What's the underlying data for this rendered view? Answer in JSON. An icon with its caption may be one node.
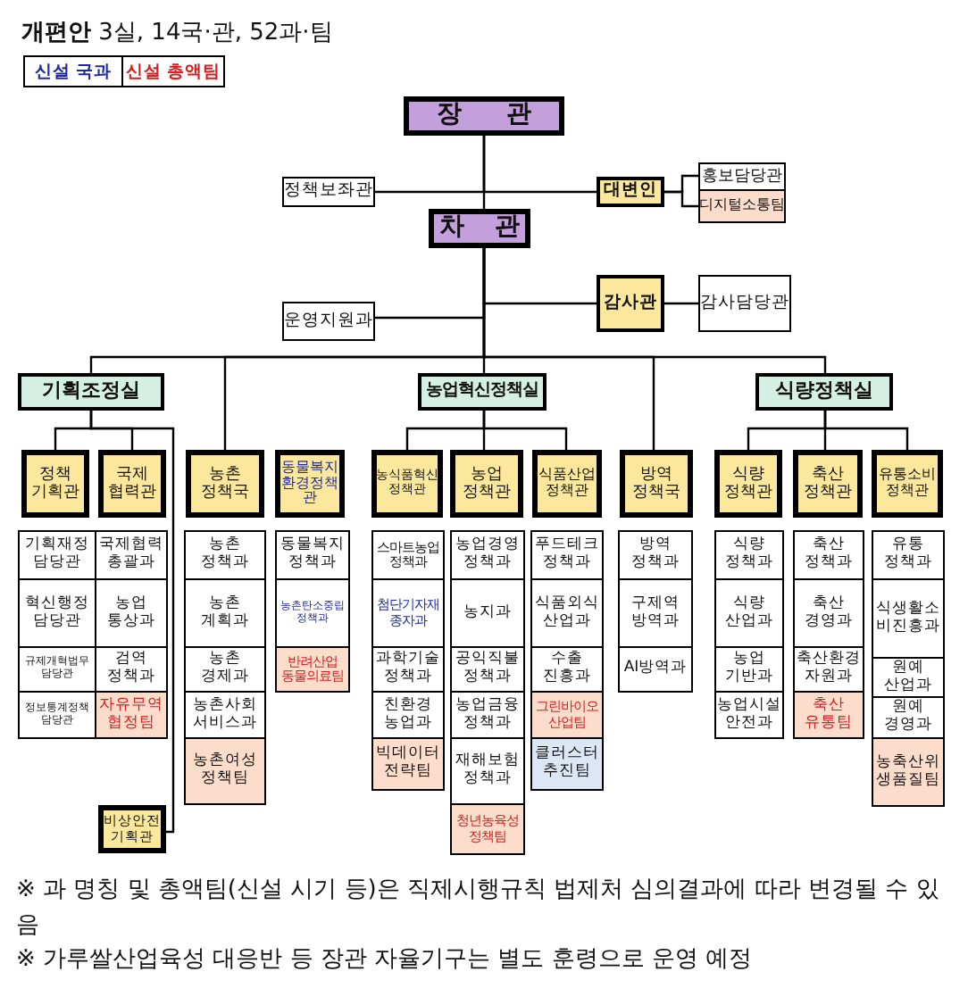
{
  "diagram": {
    "title": "**개편안** 3실, 14국·관, 52과·팀",
    "nodes": [
      {
        "text": [
          "장 관"
        ]
      },
      {
        "text": [
          "정책보좌관"
        ]
      },
      {
        "text": [
          "대변인"
        ]
      },
      {
        "text": [
          "홍보담당관"
        ]
      },
      {
        "text": [
          "디지털소통팀"
        ]
      },
      {
        "text": [
          "차 관"
        ]
      },
      {
        "text": [
          "감사관"
        ]
      },
      {
        "text": [
          "감사담당관"
        ]
      },
      {
        "text": [
          "운영지원과"
        ]
      },
      {
        "text": [
          "기획조정실"
        ]
      },
      {
        "text": [
          "농업혁신정책실"
        ]
      },
      {
        "text": [
          "식량정책실"
        ]
      },
      {
        "text": [
          "정책기획관"
        ]
      },
      {
        "text": [
          "국제협력관"
        ]
      },
      {
        "text": [
          "농촌정책국"
        ]
      },
      {
        "text": [
          "동물복지환경정책관"
        ]
      },
      {
        "text": [
          "농식품혁신정책관"
        ]
      },
      {
        "text": [
          "농업정책관"
        ]
      },
      {
        "text": [
          "식품산업정책관"
        ]
      },
      {
        "text": [
          "방역정책국"
        ]
      },
      {
        "text": [
          "식량정책관"
        ]
      },
      {
        "text": [
          "축산정책관"
        ]
      },
      {
        "text": [
          "유통소비정책관"
        ]
      },
      {
        "text": [
          "기획재정담당관"
        ]
      },
      {
        "text": [
          "혁신행정담당관"
        ]
      },
      {
        "text": [
          "규제개혁법무담당관"
        ]
      },
      {
        "text": [
          "정보통계정책담당관"
        ]
      },
      {
        "text": [
          "국제협력총괄과"
        ]
      },
      {
        "text": [
          "농업통상과"
        ]
      },
      {
        "text": [
          "검역정책과"
        ]
      },
      {
        "text": [
          "자유무역협정팀"
        ]
      },
      {
        "text": [
          "농촌정책과"
        ]
      },
      {
        "text": [
          "농촌계획과"
        ]
      },
      {
        "text": [
          "농촌경제과"
        ]
      },
      {
        "text": [
          "농촌사회서비스과"
        ]
      },
      {
        "text": [
          "농촌여성정책팀"
        ]
      },
      {
        "text": [
          "동물복지정책과"
        ]
      },
      {
        "text": [
          "농촌탄소중립정책과"
        ]
      },
      {
        "text": [
          "반려산업동물의료팀"
        ]
      },
      {
        "text": [
          "스마트농업정책과"
        ]
      },
      {
        "text": [
          "첨단기자재종자과"
        ]
      },
      {
        "text": [
          "과학기술정책과"
        ]
      },
      {
        "text": [
          "친환경농업과"
        ]
      },
      {
        "text": [
          "빅데이터전략팀"
        ]
      },
      {
        "text": [
          "농업경영정책과"
        ]
      },
      {
        "text": [
          "농지과"
        ]
      },
      {
        "text": [
          "공익직불정책과"
        ]
      },
      {
        "text": [
          "농업금융정책과"
        ]
      },
      {
        "text": [
          "재해보험정책과"
        ]
      },
      {
        "text": [
          "청년농육성정책팀"
        ]
      },
      {
        "text": [
          "푸드테크정책과"
        ]
      },
      {
        "text": [
          "식품외식산업과"
        ]
      },
      {
        "text": [
          "수출진흥과"
        ]
      },
      {
        "text": [
          "그린바이오산업팀"
        ]
      },
      {
        "text": [
          "클러스터추진팀"
        ]
      },
      {
        "text": [
          "방역정책과"
        ]
      },
      {
        "text": [
          "구제역방역과"
        ]
      },
      {
        "text": [
          "AI방역과"
        ]
      },
      {
        "text": [
          "식량정책과"
        ]
      },
      {
        "text": [
          "식량산업과"
        ]
      },
      {
        "text": [
          "농업기반과"
        ]
      },
      {
        "text": [
          "농업시설안전과"
        ]
      },
      {
        "text": [
          "축산정책과"
        ]
      },
      {
        "text": [
          "축산경영과"
        ]
      },
      {
        "text": [
          "축산환경자원과"
        ]
      },
      {
        "text": [
          "축산유통팀"
        ]
      },
      {
        "text": [
          "유통정책과"
        ]
      },
      {
        "text": [
          "식생활소비진흥과"
        ]
      },
      {
        "text": [
          "원예산업과"
        ]
      },
      {
        "text": [
          "원예경영과"
        ]
      },
      {
        "text": [
          "농축산위생품질팀"
        ]
      },
      {
        "text": [
          "비상안전기획관"
        ]
      }
    ],
    "edges": [
      {
        "from": 0,
        "to": 5,
        "arrow": "none"
      },
      {
        "from": 0,
        "to": 1,
        "arrow": "none"
      },
      {
        "from": 0,
        "to": 2,
        "arrow": "none"
      },
      {
        "from": 2,
        "to": 3,
        "arrow": "none"
      },
      {
        "from": 2,
        "to": 4,
        "arrow": "none"
      },
      {
        "from": 5,
        "to": 6,
        "arrow": "none"
      },
      {
        "from": 6,
        "to": 7,
        "arrow": "none"
      },
      {
        "from": 5,
        "to": 8,
        "arrow": "none"
      },
      {
        "from": 5,
        "to": 9,
        "arrow": "none"
      },
      {
        "from": 5,
        "to": 14,
        "arrow": "none"
      },
      {
        "from": 5,
        "to": 10,
        "arrow": "none"
      },
      {
        "from": 5,
        "to": 19,
        "arrow": "none"
      },
      {
        "from": 5,
        "to": 11,
        "arrow": "none"
      },
      {
        "from": 9,
        "to": 12,
        "arrow": "none"
      },
      {
        "from": 9,
        "to": 13,
        "arrow": "none"
      },
      {
        "from": 9,
        "to": 71,
        "arrow": "none"
      },
      {
        "from": 10,
        "to": 16,
        "arrow": "none"
      },
      {
        "from": 10,
        "to": 17,
        "arrow": "none"
      },
      {
        "from": 10,
        "to": 18,
        "arrow": "none"
      },
      {
        "from": 11,
        "to": 20,
        "arrow": "none"
      },
      {
        "from": 11,
        "to": 21,
        "arrow": "none"
      },
      {
        "from": 11,
        "to": 22,
        "arrow": "none"
      }
    ],
    "labels": [
      "※ 과 명칭 및 총액팀(신설 시기 등)은 직제시행규칙 법제처 심의결과에 따라 변경될 수 있음",
      "※ 가루쌀산업육성 대응반 등 장관 자율기구는 별도 훈령으로 운영 예정"
    ],
    "legend": [
      {
        "text": "신설 국과",
        "color": "#1f2a9e"
      },
      {
        "text": "신설 총액팀",
        "color": "#d42020"
      }
    ]
  }
}
